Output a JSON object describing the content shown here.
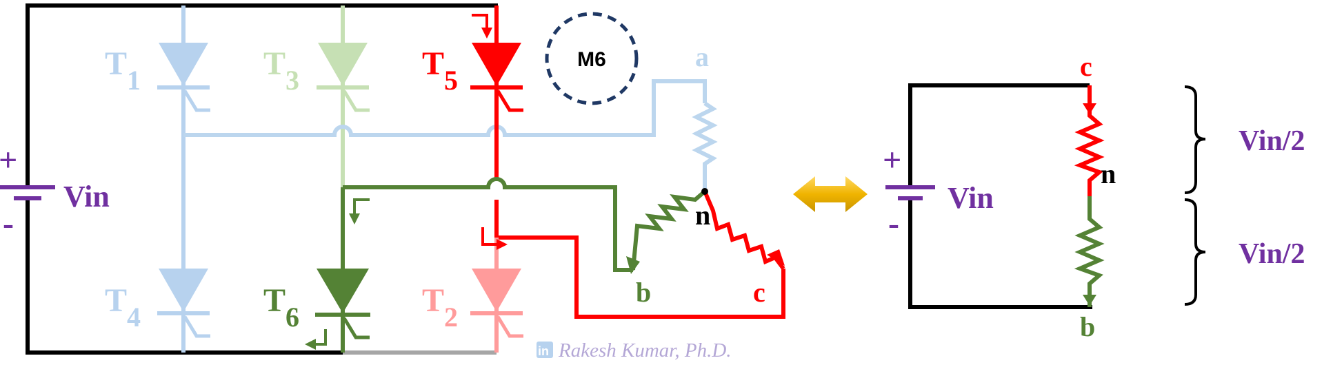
{
  "colors": {
    "phase_a": "#bcd6ee",
    "thyristor_t1_t4": "#b7d2ee",
    "thyristor_t3": "#c6e0b4",
    "active_red": "#ff0000",
    "active_green": "#548235",
    "inactive_t2": "#ff9b9b",
    "wire_black": "#000000",
    "wire_grey": "#a6a6a6",
    "label_purple": "#7030a0",
    "mode_circle": "#1f3864",
    "arrow_gold": "#f0b400",
    "credit_text": "#b4a7d6"
  },
  "icons": {
    "linkedin": "linkedin-icon",
    "equivalence_arrow": "double-arrow-icon",
    "battery": "battery-icon",
    "brace": "brace-icon"
  },
  "mode_badge": "M6",
  "thyristors": {
    "t1": {
      "letter": "T",
      "sub": "1"
    },
    "t3": {
      "letter": "T",
      "sub": "3"
    },
    "t5": {
      "letter": "T",
      "sub": "5"
    },
    "t4": {
      "letter": "T",
      "sub": "4"
    },
    "t6": {
      "letter": "T",
      "sub": "6"
    },
    "t2": {
      "letter": "T",
      "sub": "2"
    }
  },
  "source": {
    "plus": "+",
    "minus": "-",
    "label": "Vin"
  },
  "load": {
    "phase_a": "a",
    "phase_b": "b",
    "phase_c": "c",
    "neutral": "n"
  },
  "equivalent": {
    "top_node": "c",
    "mid_node": "n",
    "bottom_node": "b",
    "plus": "+",
    "minus": "-",
    "source_label": "Vin",
    "upper_voltage": "Vin/2",
    "lower_voltage": "Vin/2"
  },
  "credit": {
    "linkedin_glyph": "in",
    "text": "Rakesh Kumar, Ph.D."
  }
}
